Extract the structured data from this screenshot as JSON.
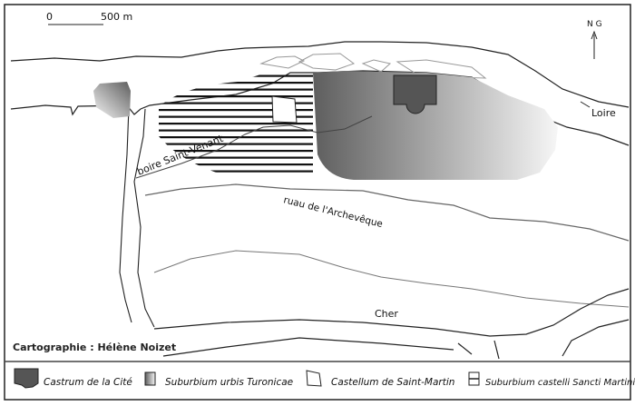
{
  "title": "Map of Tours between Loire and Cher",
  "scale": {
    "zero": "0",
    "distance": "500 m"
  },
  "north": {
    "label": "N G"
  },
  "labels": {
    "loire": "Loire",
    "cher": "Cher",
    "boire": "boire Saint-Venant",
    "ruau": "ruau de l'Archevêque"
  },
  "credit": "Cartographie : Hélène Noizet",
  "legend": [
    {
      "label": "Castrum de la Cité",
      "symbol": "dark-fill"
    },
    {
      "label": "Suburbium urbis Turonicae",
      "symbol": "gradient-fill"
    },
    {
      "label": "Castellum de Saint-Martin",
      "symbol": "white-outline"
    },
    {
      "label": "Suburbium castelli Sancti Martini",
      "symbol": "horizontal-hatch"
    }
  ],
  "colors": {
    "castrum": "#555555",
    "suburbium_dark": "#666666",
    "suburbium_light": "#f4f4f4",
    "line": "#222222"
  }
}
